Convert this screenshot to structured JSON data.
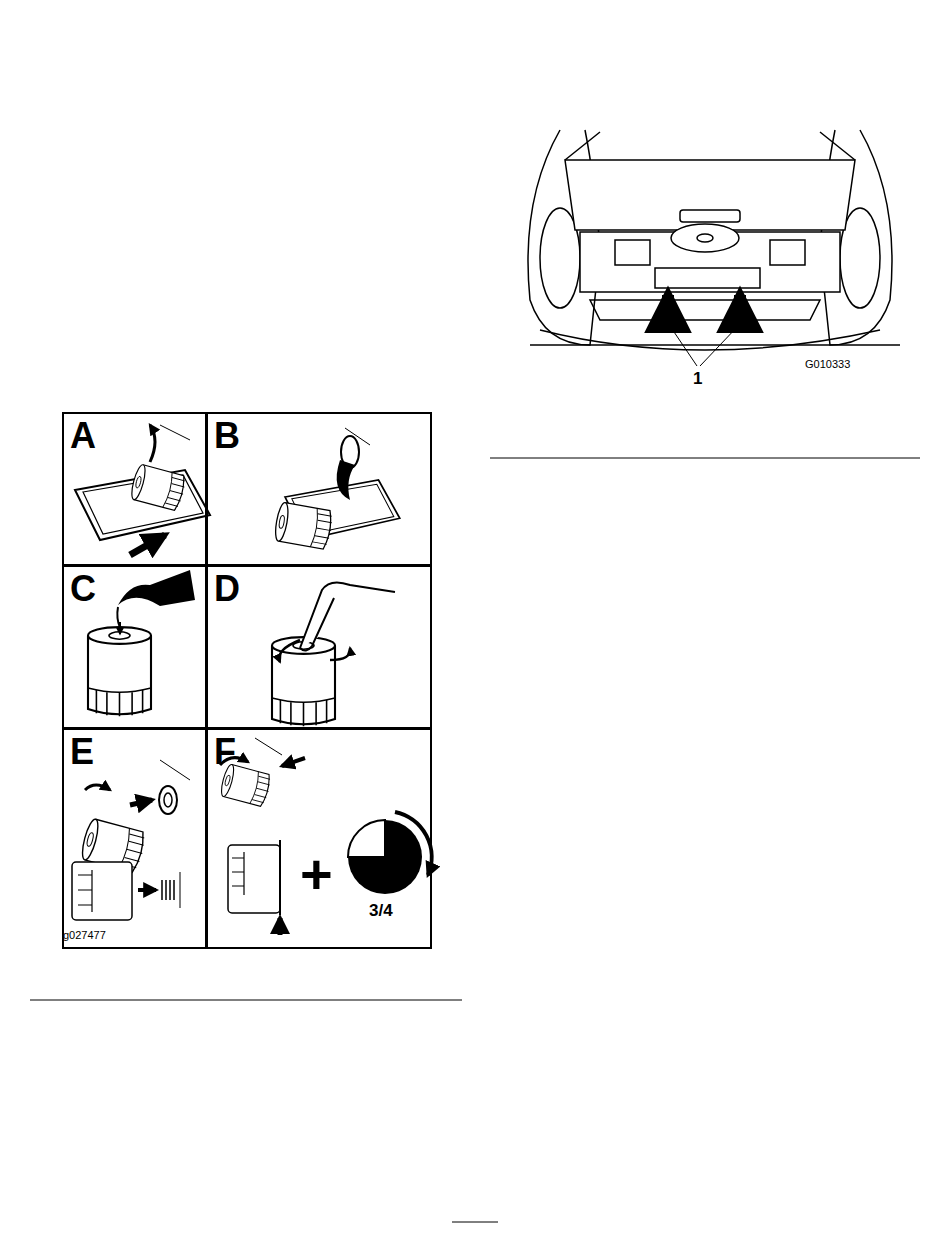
{
  "diagram": {
    "nodes": [
      {
        "text": [
          "A"
        ]
      },
      {
        "text": [
          "B"
        ]
      },
      {
        "text": [
          "C"
        ]
      },
      {
        "text": [
          "D"
        ]
      },
      {
        "text": [
          "E"
        ]
      },
      {
        "text": [
          "F"
        ]
      }
    ],
    "labels": [
      "+",
      "3/4",
      "g027477",
      "G010333",
      "1"
    ]
  }
}
